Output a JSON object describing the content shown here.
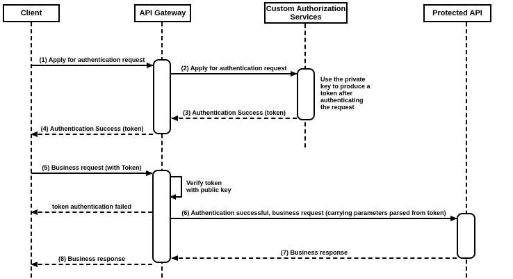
{
  "diagram": {
    "type": "sequence-diagram",
    "background_color": "#ffffff",
    "stroke_color": "#000000",
    "actors": [
      {
        "id": "client",
        "label": "Client"
      },
      {
        "id": "api-gateway",
        "label": "API Gateway"
      },
      {
        "id": "custom-authorization-services",
        "label": "Custom Authorization\nServices"
      },
      {
        "id": "protected-api",
        "label": "Protected API"
      }
    ],
    "messages": [
      {
        "label": "(1) Apply for authentication request",
        "from": "Client",
        "to": "API Gateway",
        "line": "solid"
      },
      {
        "label": "(2) Apply for authentication request",
        "from": "API Gateway",
        "to": "Custom Authorization Services",
        "line": "solid"
      },
      {
        "label": "(3) Authentication Success (token)",
        "from": "Custom Authorization Services",
        "to": "API Gateway",
        "line": "dashed"
      },
      {
        "label": "(4) Authentication Success (token)",
        "from": "API Gateway",
        "to": "Client",
        "line": "dashed"
      },
      {
        "label": "(5) Business request (with Token)",
        "from": "Client",
        "to": "API Gateway",
        "line": "solid"
      },
      {
        "label": "Verify token\nwith public key",
        "from": "API Gateway",
        "to": "API Gateway",
        "line": "solid",
        "self_message": true
      },
      {
        "label": "token authentication failed",
        "from": "API Gateway",
        "to": "Client",
        "line": "dashed"
      },
      {
        "label": "(6) Authentication successful, business request (carrying parameters parsed from token)",
        "from": "API Gateway",
        "to": "Protected API",
        "line": "solid"
      },
      {
        "label": "(7) Business response",
        "from": "Protected API",
        "to": "API Gateway",
        "line": "dashed"
      },
      {
        "label": "(8) Business response",
        "from": "API Gateway",
        "to": "Client",
        "line": "dashed"
      }
    ],
    "notes": [
      {
        "text": "Use the private\nkey to produce a\ntoken after\nauthenticating\nthe request",
        "attached_to": "Custom Authorization Services"
      }
    ]
  }
}
